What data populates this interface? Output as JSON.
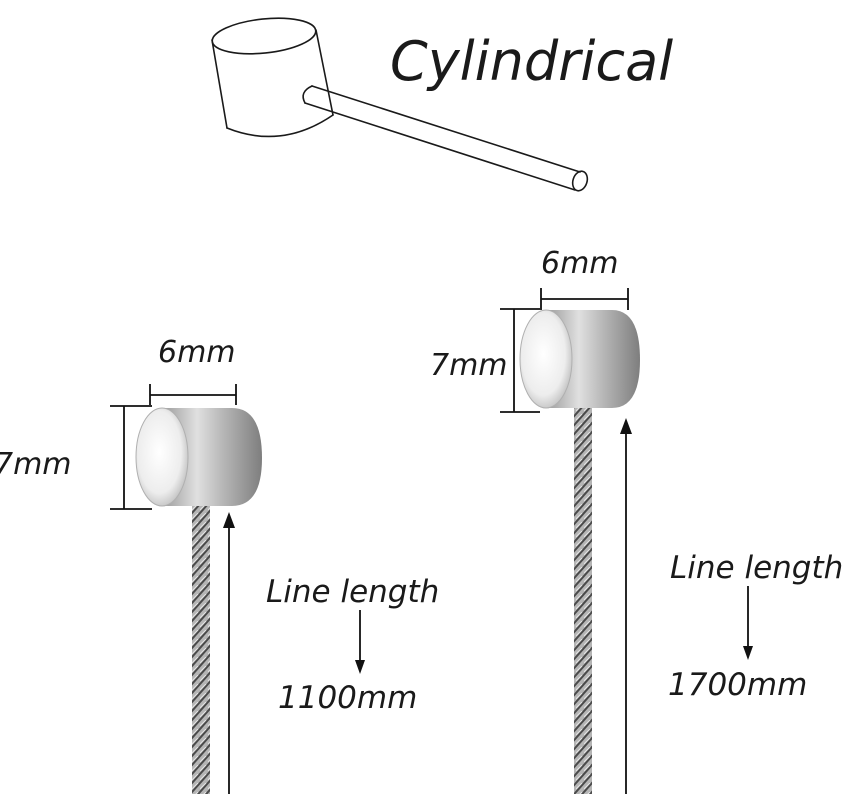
{
  "header": {
    "title": "Cylindrical"
  },
  "left_cable": {
    "width_label": "6mm",
    "height_label": "7mm",
    "line_label": "Line length",
    "length_label": "1100mm"
  },
  "right_cable": {
    "width_label": "6mm",
    "height_label": "7mm",
    "line_label": "Line length",
    "length_label": "1700mm"
  },
  "colors": {
    "ink": "#1a1a1a",
    "metal_light": "#f2f2f2",
    "metal_dark": "#8e8e8e"
  }
}
